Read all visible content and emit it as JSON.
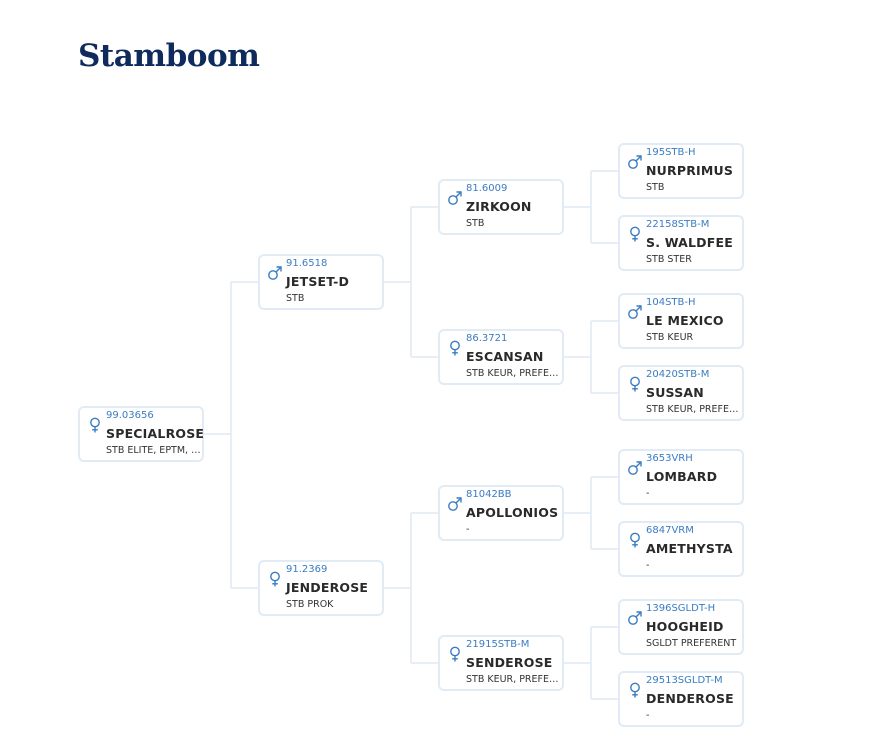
{
  "page": {
    "title": "Stamboom"
  },
  "colors": {
    "title": "#0f2a5c",
    "reg": "#3a7cc2",
    "border": "#e0ebf5",
    "line": "#dfe8f2",
    "icon": "#3a7cc2"
  },
  "tree": {
    "root": {
      "sex": "female",
      "reg": "99.03656",
      "name": "SPECIALROSE",
      "studbook": "STB ELITE, EPTM, PREF"
    },
    "sire": {
      "sex": "male",
      "reg": "91.6518",
      "name": "JETSET-D",
      "studbook": "STB"
    },
    "dam": {
      "sex": "female",
      "reg": "91.2369",
      "name": "JENDEROSE",
      "studbook": "STB PROK"
    },
    "sire_sire": {
      "sex": "male",
      "reg": "81.6009",
      "name": "ZIRKOON",
      "studbook": "STB"
    },
    "sire_dam": {
      "sex": "female",
      "reg": "86.3721",
      "name": "ESCANSAN",
      "studbook": "STB KEUR, PREFERENT"
    },
    "dam_sire": {
      "sex": "male",
      "reg": "81042BB",
      "name": "APOLLONIOS",
      "studbook": "-"
    },
    "dam_dam": {
      "sex": "female",
      "reg": "21915STB-M",
      "name": "SENDEROSE",
      "studbook": "STB KEUR, PREFERENT"
    },
    "ss_sire": {
      "sex": "male",
      "reg": "195STB-H",
      "name": "NURPRIMUS",
      "studbook": "STB"
    },
    "ss_dam": {
      "sex": "female",
      "reg": "22158STB-M",
      "name": "S. WALDFEE",
      "studbook": "STB STER"
    },
    "sd_sire": {
      "sex": "male",
      "reg": "104STB-H",
      "name": "LE MEXICO",
      "studbook": "STB KEUR"
    },
    "sd_dam": {
      "sex": "female",
      "reg": "20420STB-M",
      "name": "SUSSAN",
      "studbook": "STB KEUR, PREFERENT"
    },
    "ds_sire": {
      "sex": "male",
      "reg": "3653VRH",
      "name": "LOMBARD",
      "studbook": "-"
    },
    "ds_dam": {
      "sex": "female",
      "reg": "6847VRM",
      "name": "AMETHYSTA",
      "studbook": "-"
    },
    "dd_sire": {
      "sex": "male",
      "reg": "1396SGLDT-H",
      "name": "HOOGHEID",
      "studbook": "SGLDT PREFERENT"
    },
    "dd_dam": {
      "sex": "female",
      "reg": "29513SGLDT-M",
      "name": "DENDEROSE",
      "studbook": "-"
    }
  }
}
